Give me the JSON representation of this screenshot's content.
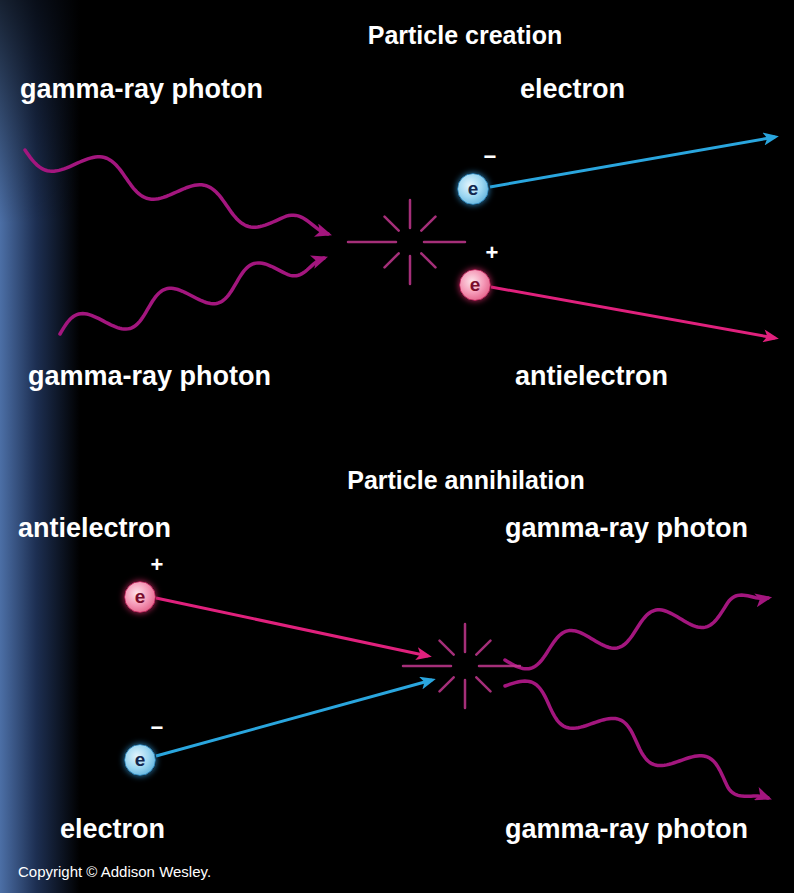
{
  "diagram": {
    "nodes": [
      {
        "text": [
          "e",
          "−"
        ]
      },
      {
        "text": [
          "e",
          "+"
        ]
      },
      {
        "text": [
          "e",
          "+"
        ]
      },
      {
        "text": [
          "e",
          "−"
        ]
      }
    ],
    "labels": [
      "Particle creation",
      "gamma-ray photon",
      "electron",
      "gamma-ray photon",
      "antielectron",
      "Particle annihilation",
      "antielectron",
      "gamma-ray photon",
      "electron",
      "gamma-ray photon",
      "Copyright © Addison Wesley."
    ]
  }
}
